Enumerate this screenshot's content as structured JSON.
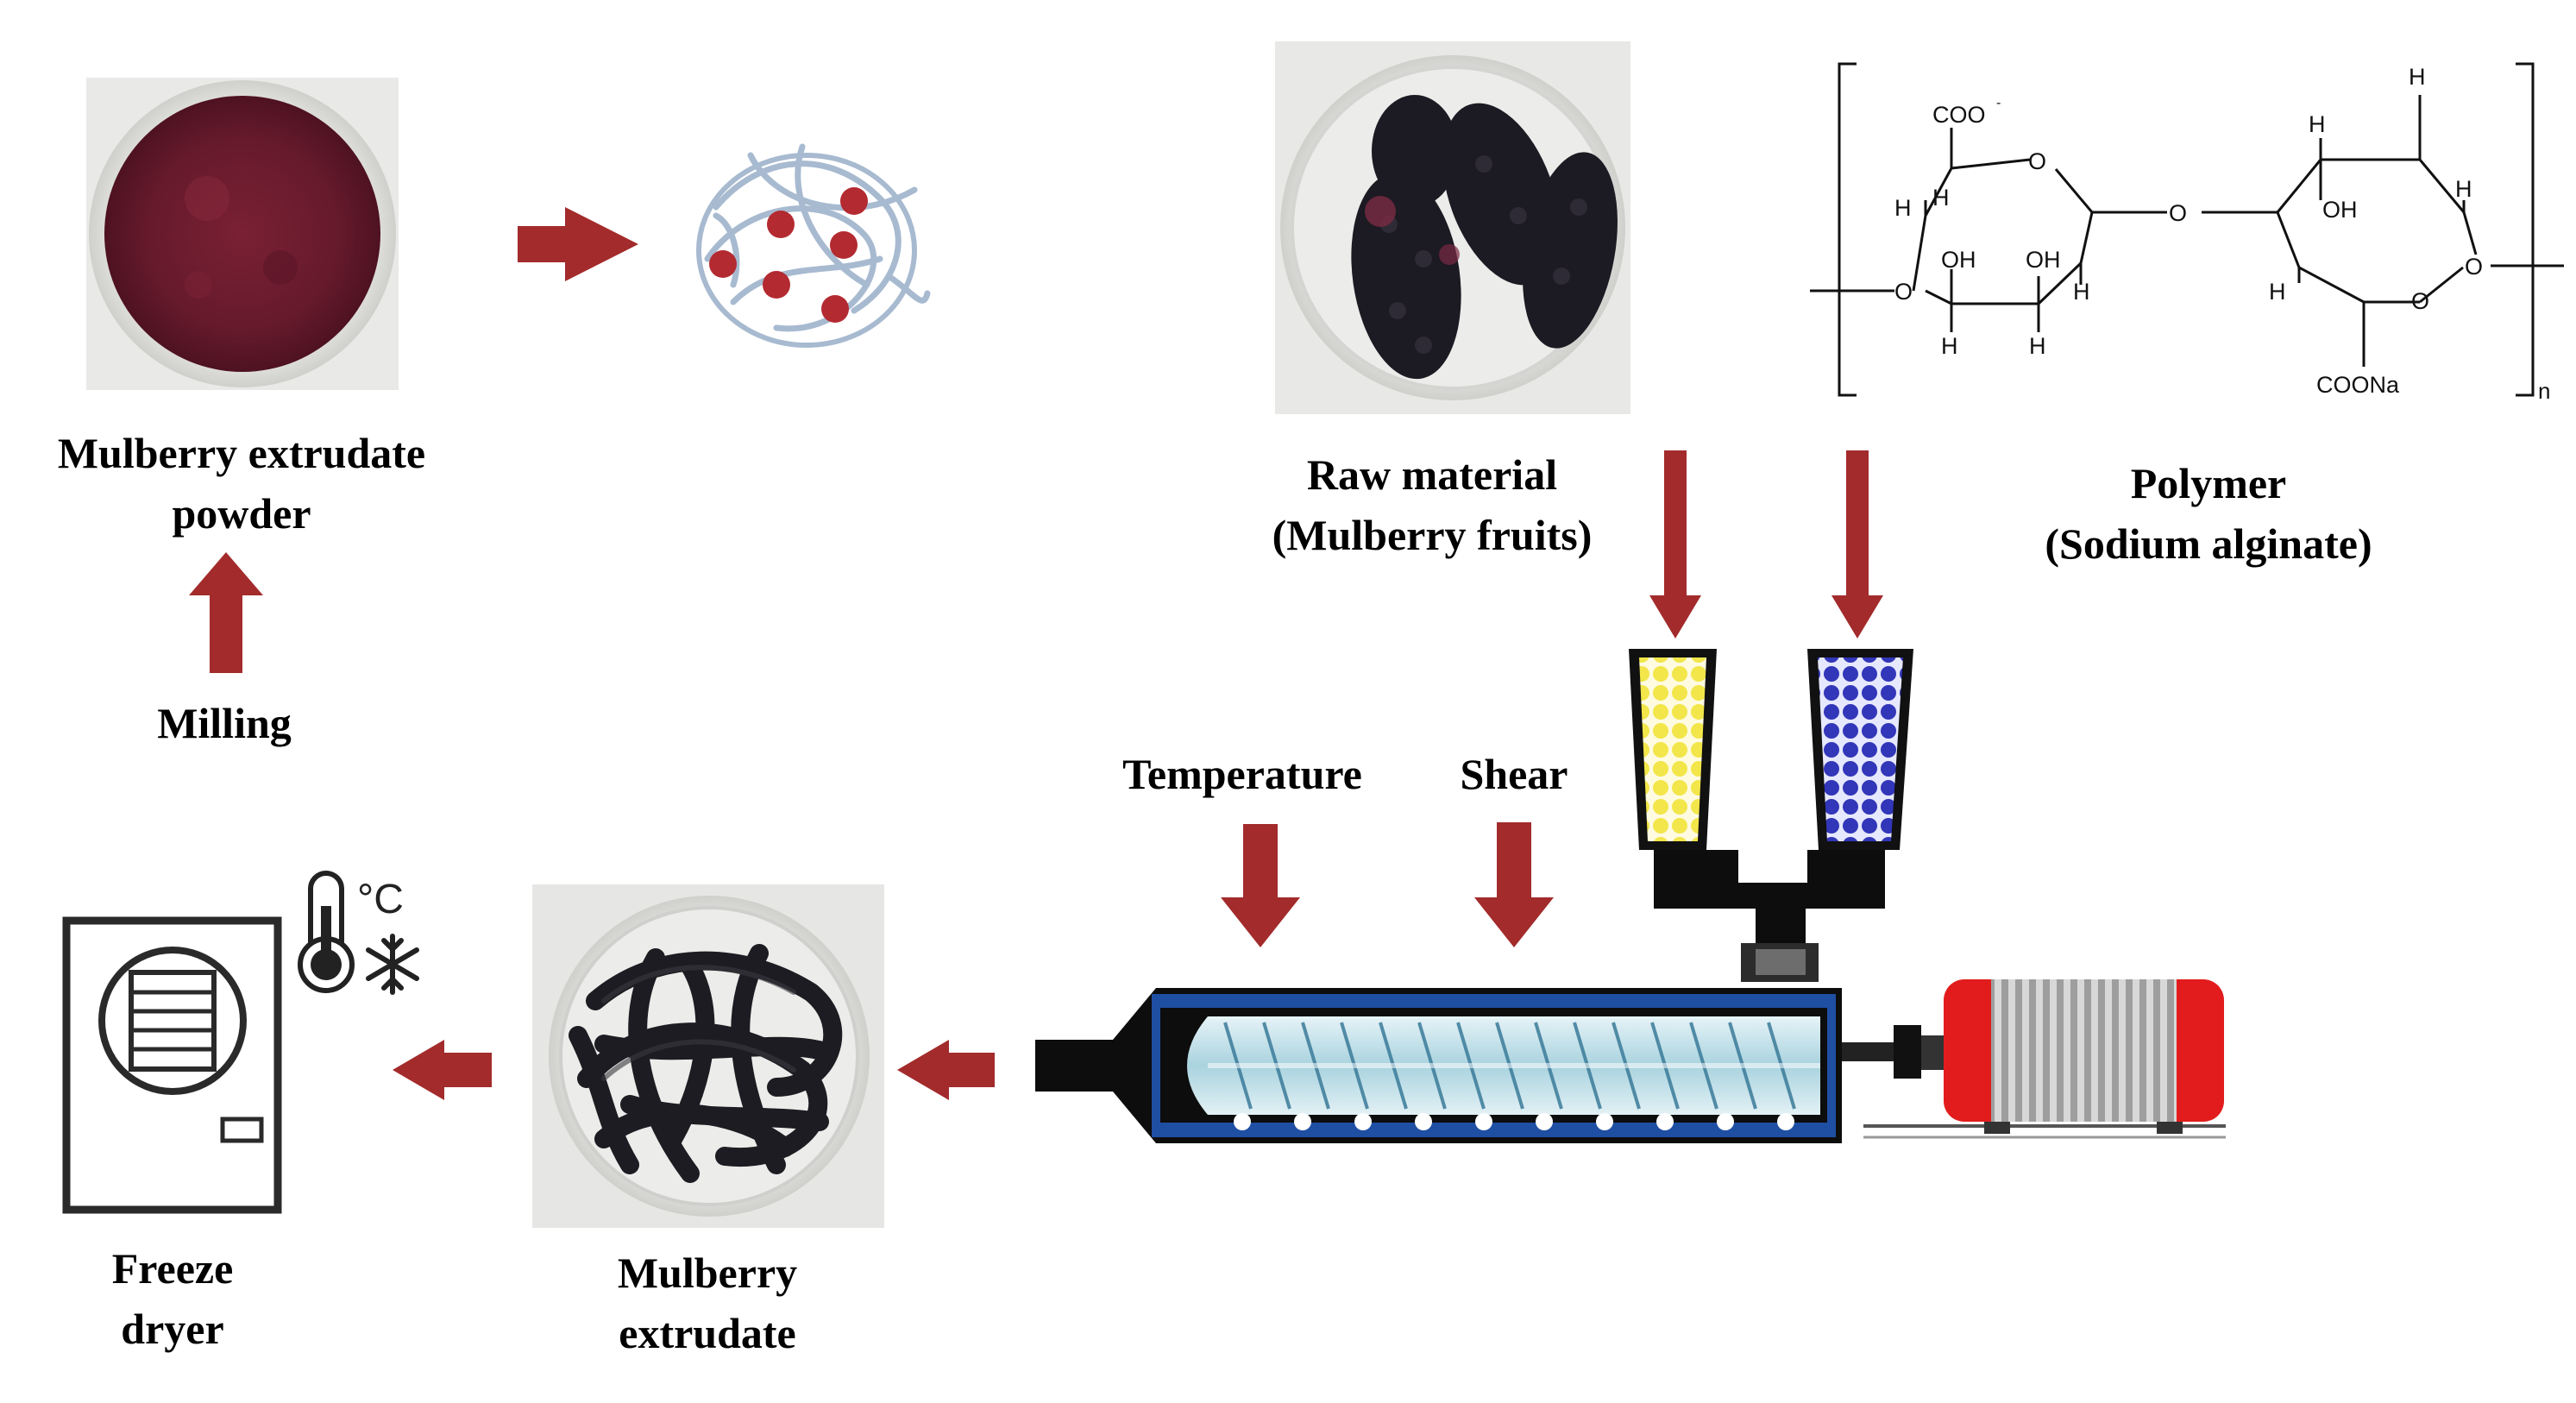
{
  "labels": {
    "powder": [
      "Mulberry extrudate",
      "powder"
    ],
    "milling": "Milling",
    "raw_material": [
      "Raw material",
      "(Mulberry fruits)"
    ],
    "polymer": [
      "Polymer",
      "(Sodium alginate)"
    ],
    "temperature": "Temperature",
    "shear": "Shear",
    "extrudate": [
      "Mulberry",
      "extrudate"
    ],
    "freeze_dryer": [
      "Freeze",
      "dryer"
    ]
  },
  "chemistry": {
    "coo_minus": "COO",
    "coo_charge": "-",
    "coona": "COONa",
    "oh": "OH",
    "h": "H",
    "o": "O",
    "repeat_subscript": "n"
  },
  "icons": {
    "thermometer_unit": "°C",
    "snowflake": "❄"
  },
  "colors": {
    "arrow": "#a32b2b",
    "powder": "#6b1a2c",
    "capsule_dot": "#b32a31",
    "polymer_mesh": "#a7bad0",
    "hopper_yellow": "#f2e64a",
    "hopper_blue": "#3236b8",
    "barrel_blue": "#1f4fa3",
    "screw": "#b9dbe6",
    "motor_red": "#e21c1c",
    "motor_grey": "#c9c9c9",
    "berry": "#1c1a22",
    "dryer_outline": "#2a2a2a"
  }
}
